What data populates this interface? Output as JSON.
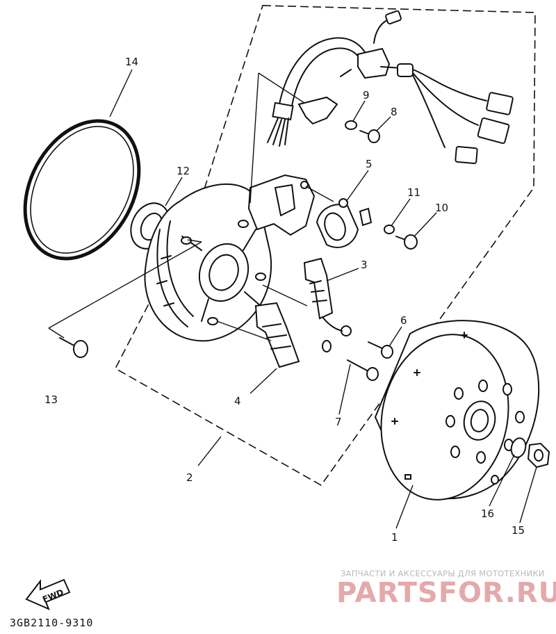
{
  "parts": [
    {
      "id": "1"
    },
    {
      "id": "2"
    },
    {
      "id": "3"
    },
    {
      "id": "4"
    },
    {
      "id": "5"
    },
    {
      "id": "6"
    },
    {
      "id": "7"
    },
    {
      "id": "8"
    },
    {
      "id": "9"
    },
    {
      "id": "10"
    },
    {
      "id": "11"
    },
    {
      "id": "12"
    },
    {
      "id": "13"
    },
    {
      "id": "14"
    },
    {
      "id": "15"
    },
    {
      "id": "16"
    }
  ],
  "diagram_code": "3GB2110-9310",
  "direction_label": "FWD",
  "watermark": {
    "tagline": "ЗАПЧАСТИ И АКСЕССУАРЫ ДЛЯ МОТОТЕХНИКИ",
    "logo": "PARTSFOR.RU"
  }
}
